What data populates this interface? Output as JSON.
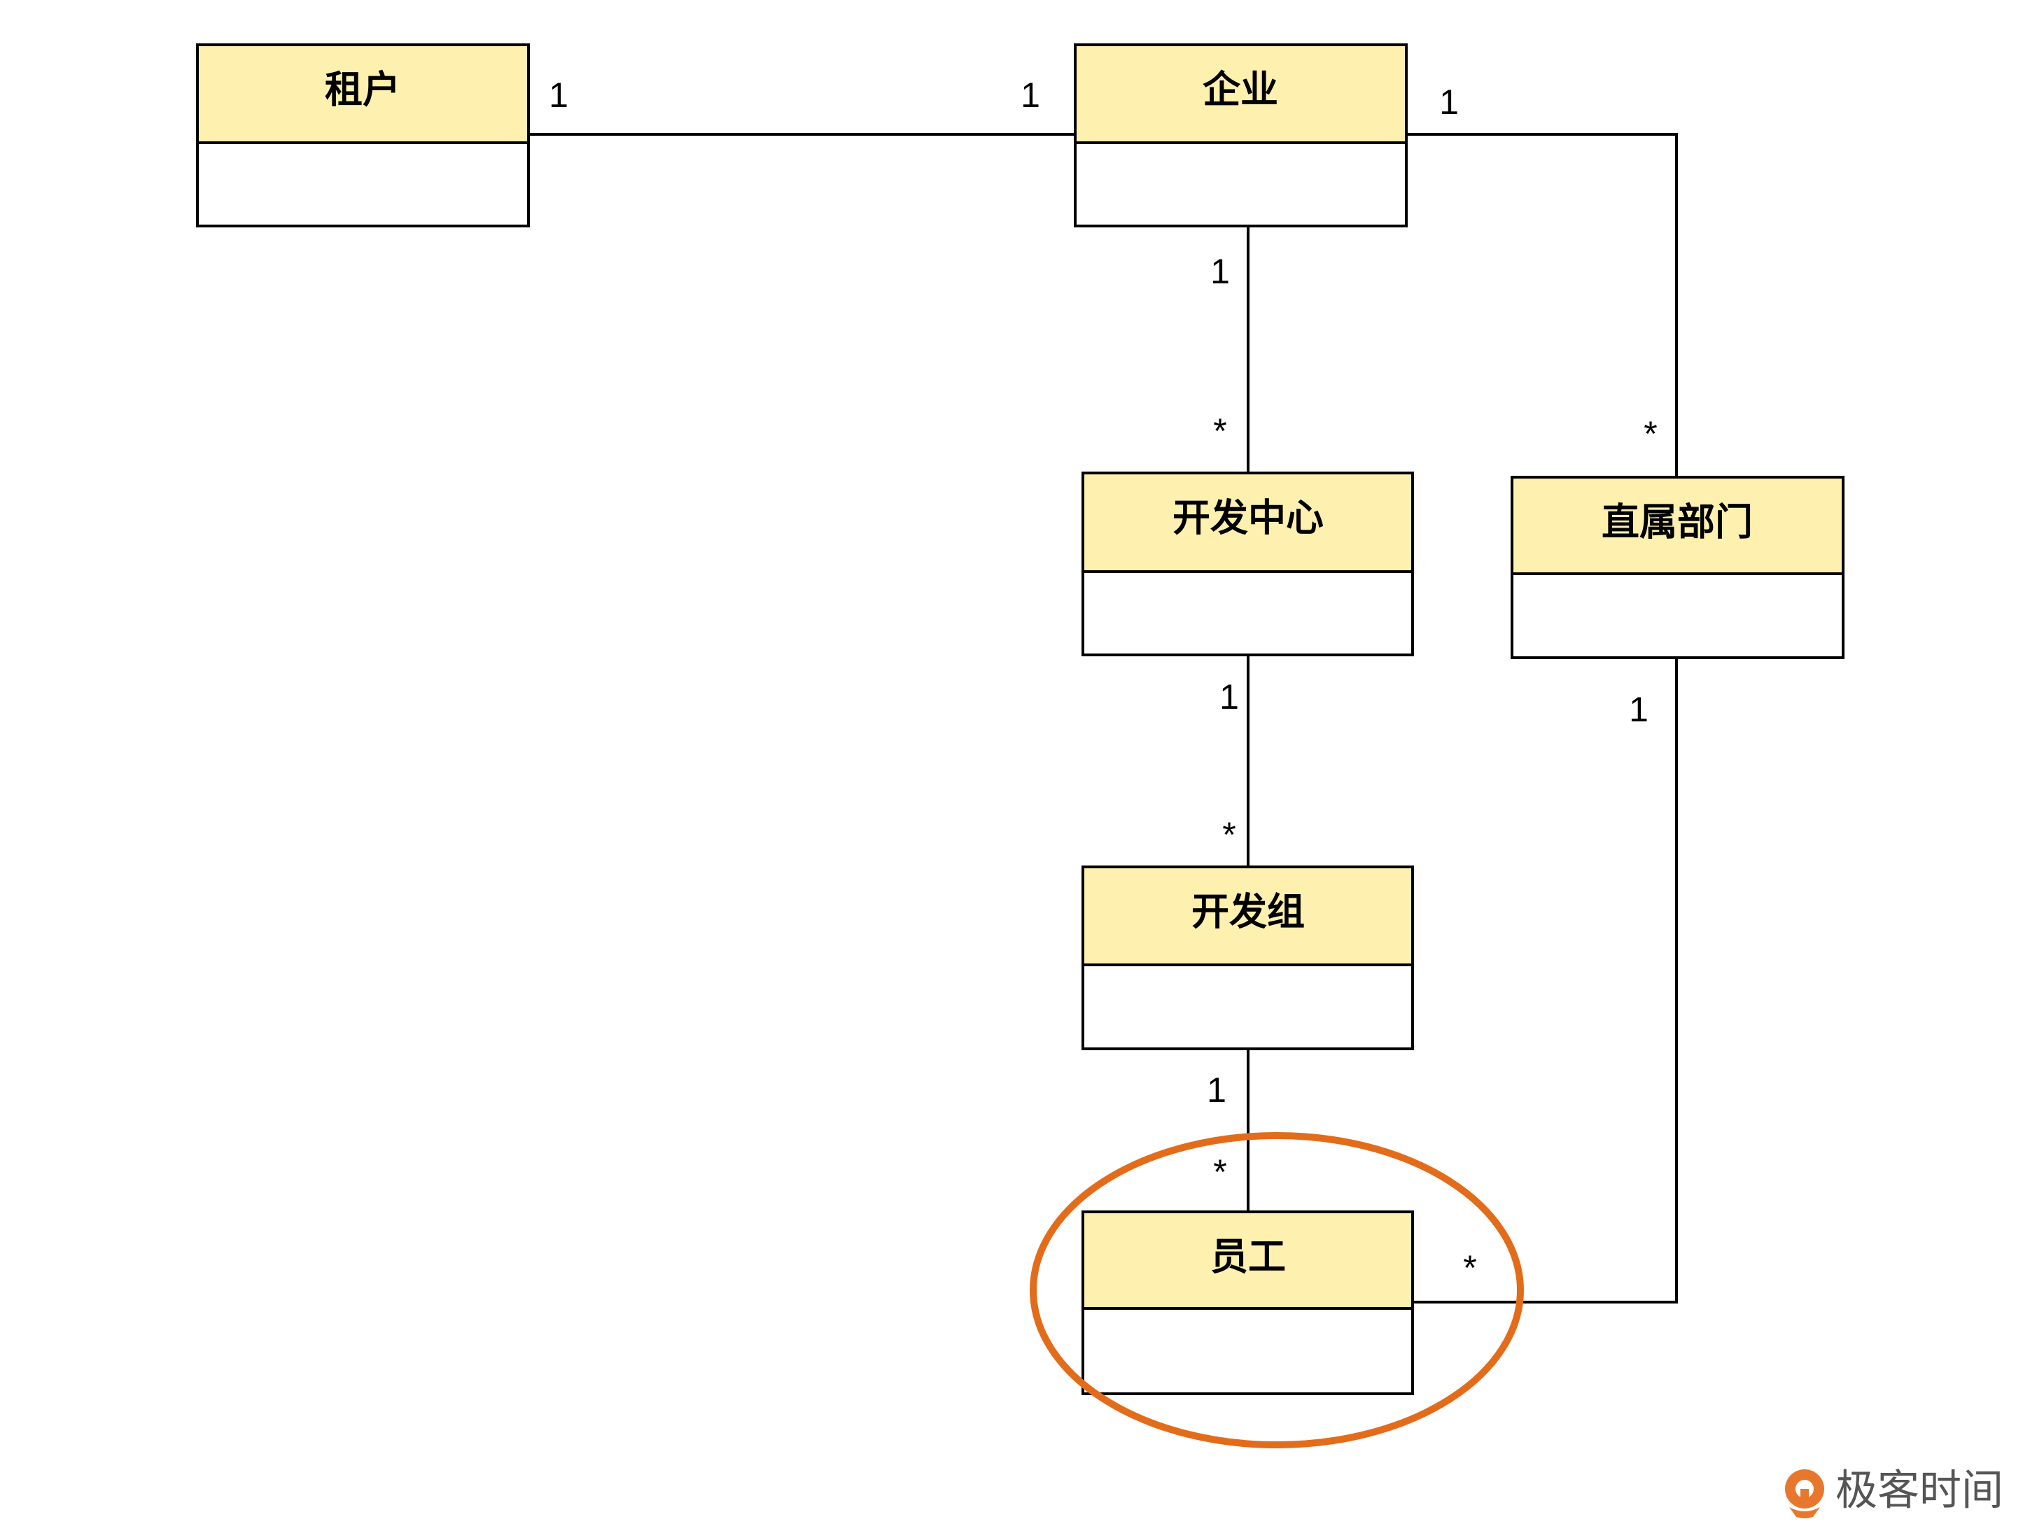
{
  "entities": {
    "tenant": "租户",
    "enterprise": "企业",
    "dev_center": "开发中心",
    "direct_dept": "直属部门",
    "dev_group": "开发组",
    "employee": "员工"
  },
  "multiplicities": {
    "tenant_enterprise_tenant_end": "1",
    "tenant_enterprise_enterprise_end": "1",
    "enterprise_dept_enterprise_end": "1",
    "enterprise_center_enterprise_end": "1",
    "enterprise_center_center_end": "*",
    "enterprise_dept_dept_end": "*",
    "center_group_center_end": "1",
    "dept_employee_dept_end": "1",
    "center_group_group_end": "*",
    "group_employee_group_end": "1",
    "group_employee_employee_end": "*",
    "dept_employee_employee_end": "*"
  },
  "highlight": {
    "color": "#E36C1A"
  },
  "watermark": {
    "text": "极客时间",
    "color": "#E8772E"
  }
}
